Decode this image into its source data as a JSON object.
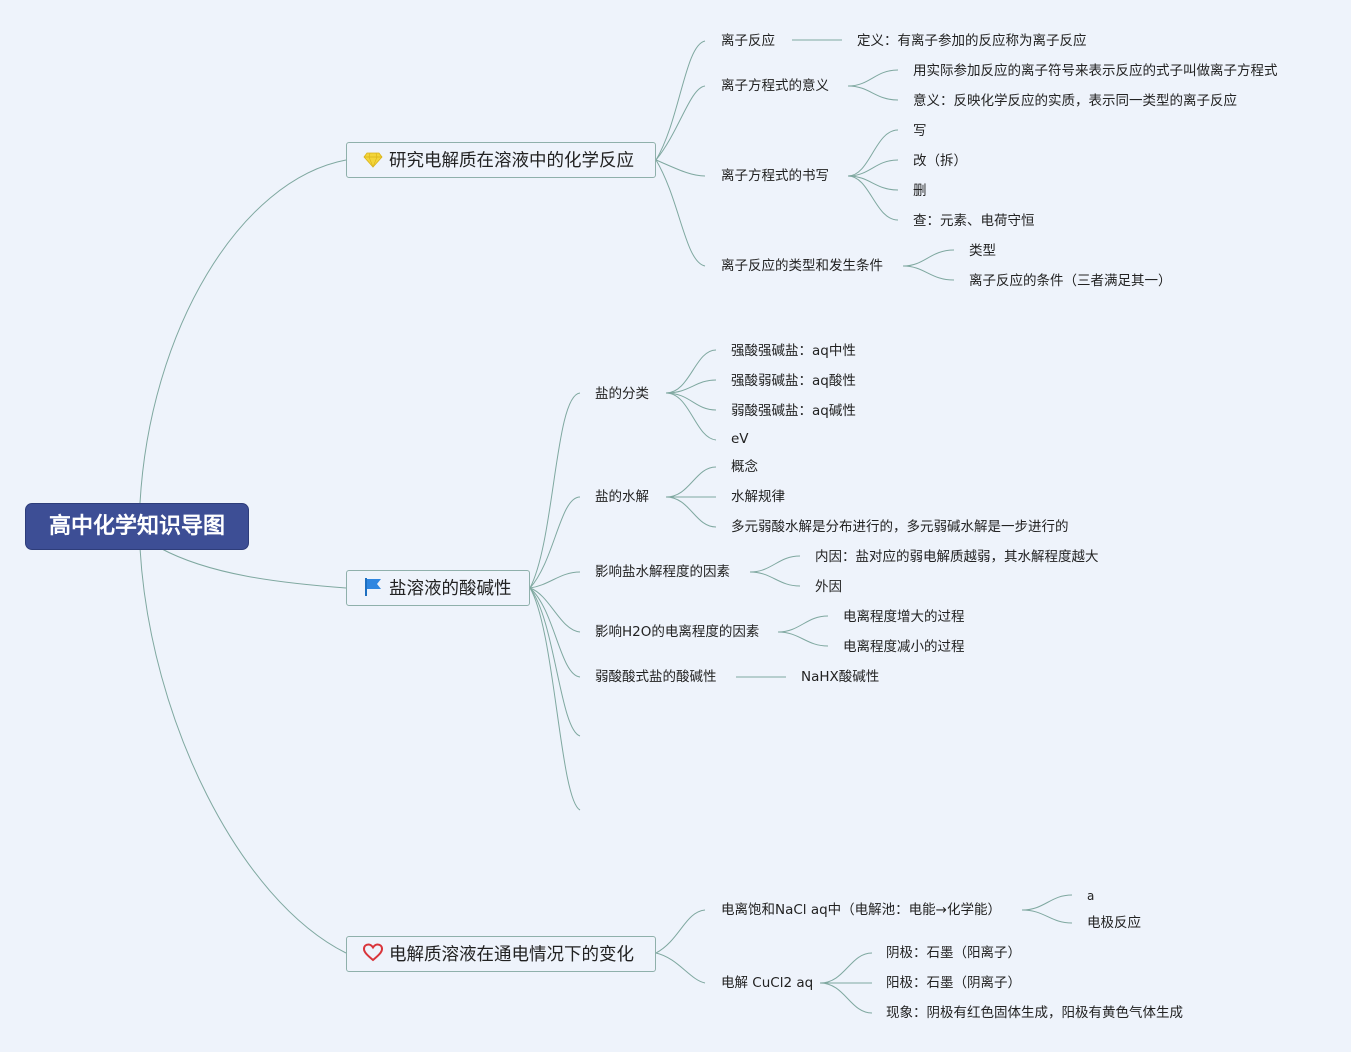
{
  "root": {
    "label": "高中化学知识导图"
  },
  "branches": {
    "b1": {
      "label": "研究电解质在溶液中的化学反应",
      "icon": "gem-icon",
      "items": {
        "n1": {
          "label": "离子反应",
          "children": [
            "定义：有离子参加的反应称为离子反应"
          ]
        },
        "n2": {
          "label": "离子方程式的意义",
          "children": [
            "用实际参加反应的离子符号来表示反应的式子叫做离子方程式",
            "意义：反映化学反应的实质，表示同一类型的离子反应"
          ]
        },
        "n3": {
          "label": "离子方程式的书写",
          "children": [
            "写",
            "改（拆）",
            "删",
            "查：元素、电荷守恒"
          ]
        },
        "n4": {
          "label": "离子反应的类型和发生条件",
          "children": [
            "类型",
            "离子反应的条件（三者满足其一）"
          ]
        }
      }
    },
    "b2": {
      "label": "盐溶液的酸碱性",
      "icon": "flag-icon",
      "items": {
        "n1": {
          "label": "盐的分类",
          "children": [
            "强酸强碱盐：aq中性",
            "强酸弱碱盐：aq酸性",
            "弱酸强碱盐：aq碱性",
            "eV"
          ]
        },
        "n2": {
          "label": "盐的水解",
          "children": [
            "概念",
            "水解规律",
            "多元弱酸水解是分布进行的，多元弱碱水解是一步进行的"
          ]
        },
        "n3": {
          "label": "影响盐水解程度的因素",
          "children": [
            "内因：盐对应的弱电解质越弱，其水解程度越大",
            "外因"
          ]
        },
        "n4": {
          "label": "影响H2O的电离程度的因素",
          "children": [
            "电离程度增大的过程",
            "电离程度减小的过程"
          ]
        },
        "n5": {
          "label": "弱酸酸式盐的酸碱性",
          "children": [
            "NaHX酸碱性"
          ]
        }
      }
    },
    "b3": {
      "label": "电解质溶液在通电情况下的变化",
      "icon": "heart-icon",
      "items": {
        "n1": {
          "label": "电离饱和NaCl aq中（电解池：电能→化学能）",
          "children": [
            "a",
            "电极反应"
          ]
        },
        "n2": {
          "label": "电解 CuCl2 aq",
          "children": [
            "阴极：石墨（阳离子）",
            "阳极：石墨（阴离子）",
            "现象：阴极有红色固体生成，阳极有黄色气体生成"
          ]
        }
      }
    }
  },
  "colors": {
    "background": "#eef3fb",
    "root_fill": "#3d4e95",
    "link": "#7fa8a0",
    "branch_border": "#8fb0ab"
  }
}
